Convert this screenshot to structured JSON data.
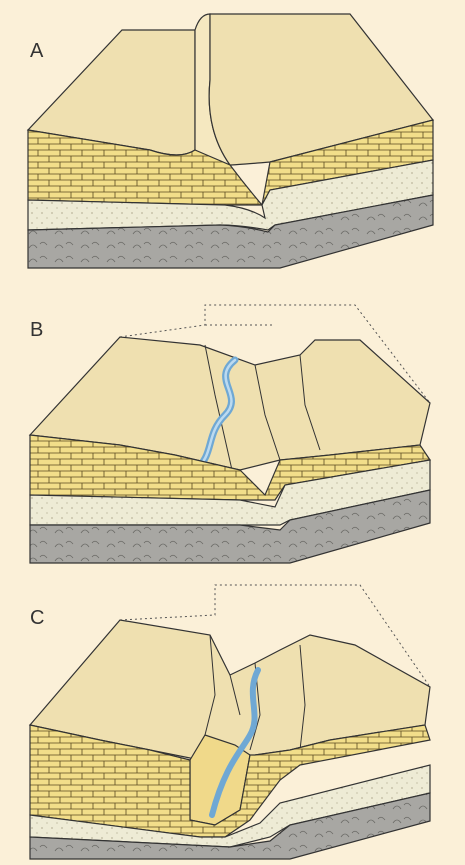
{
  "panels": [
    {
      "label": "A"
    },
    {
      "label": "B"
    },
    {
      "label": "C"
    }
  ],
  "colors": {
    "background": "#fbf0d8",
    "surface": "#efe0b0",
    "limestone": "#f2de8a",
    "sandstone": "#eeebd5",
    "basement": "#a8a7a3",
    "river": "#8fbfe0",
    "outline": "#333333"
  }
}
